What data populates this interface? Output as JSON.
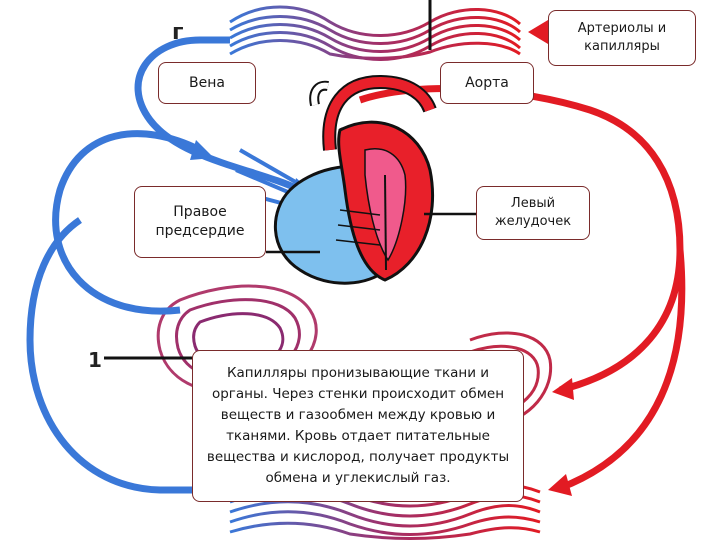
{
  "labels": {
    "arterioles": "Артериолы и капилляры",
    "vein": "Вена",
    "aorta": "Аорта",
    "right_atrium": "Правое предсердие",
    "left_ventricle": "Левый желудочек",
    "capillaries": "Капилляры  пронизывающие ткани и органы. Через стенки происходит обмен веществ и газообмен между кровью и тканями. Кровь отдает питательные вещества и кислород, получает продукты обмена и углекислый газ."
  },
  "markers": {
    "one": "1",
    "g": "г"
  },
  "colors": {
    "artery": "#e21b23",
    "vein": "#3a78d8",
    "heart_left": "#e8202a",
    "heart_right": "#7ec0ee",
    "heart_outline": "#111111",
    "label_border": "#7a2b2b"
  }
}
